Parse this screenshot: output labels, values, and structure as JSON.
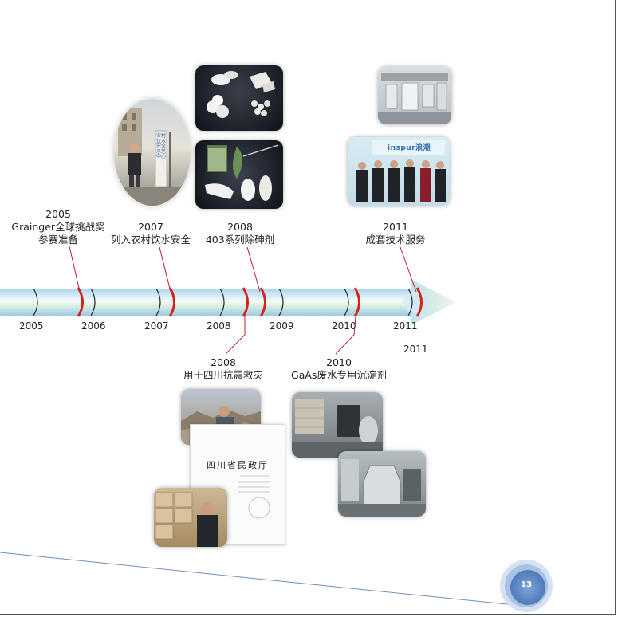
{
  "timeline": {
    "axis_years": [
      "2005",
      "2006",
      "2007",
      "2008",
      "2009",
      "2010",
      "2011"
    ],
    "extra_year": "2011",
    "events_top": [
      {
        "year": "2005",
        "line1": "Grainger全球挑战奖",
        "line2": "参赛准备"
      },
      {
        "year": "2007",
        "line1": "列入农村饮水安全",
        "line2": ""
      },
      {
        "year": "2008",
        "line1": "403系列除砷剂",
        "line2": ""
      },
      {
        "year": "2011",
        "line1": "成套技术服务",
        "line2": ""
      }
    ],
    "events_bottom": [
      {
        "year": "2008",
        "line1": "用于四川抗震救灾"
      },
      {
        "year": "2010",
        "line1": "GaAs废水专用沉淀剂"
      }
    ]
  },
  "photos": {
    "sign_text": "农村饮水安全示范中心",
    "logo_text": "inspur浪潮",
    "document_title": "四川省民政厅"
  },
  "page_number": "13",
  "colors": {
    "arrow_fill": "#cfe8f3",
    "marker_red": "#d8221c",
    "page_circle": "#5d87c4",
    "leader_line": "#c0202a"
  }
}
